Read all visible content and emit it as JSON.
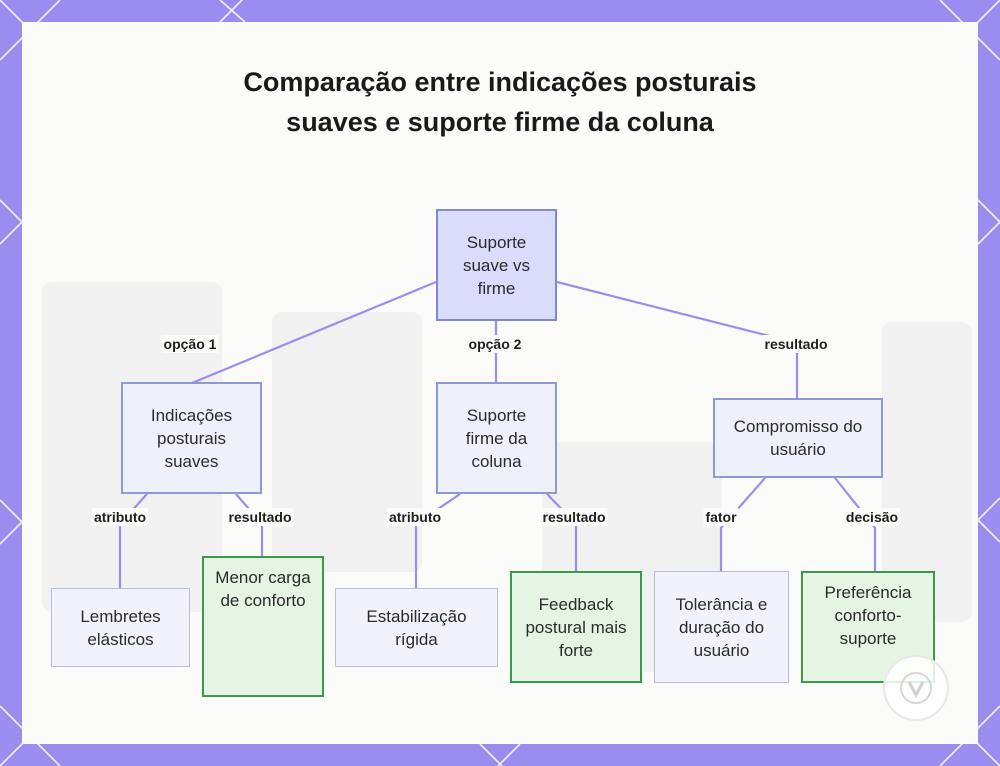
{
  "title": "Comparação entre indicações posturais suaves e suporte firme da coluna",
  "nodes": {
    "root": "Suporte suave vs firme",
    "soft_cues": "Indicações posturais suaves",
    "firm_support": "Suporte firme da coluna",
    "user_compromise": "Compromisso do usuário",
    "elastic_reminders": "Lembretes elásticos",
    "less_comfort": "Menor carga de conforto",
    "rigid_stabilization": "Estabilização rígida",
    "stronger_feedback": "Feedback postural mais forte",
    "tolerance_duration": "Tolerância e duração do usuário",
    "comfort_support_pref": "Preferência conforto-suporte"
  },
  "edges": {
    "option1": "opção 1",
    "option2": "opção 2",
    "result_root": "resultado",
    "attr_soft": "atributo",
    "result_soft": "resultado",
    "attr_firm": "atributo",
    "result_firm": "resultado",
    "factor": "fator",
    "decision": "decisão"
  },
  "colors": {
    "frame": "#9b8cf0",
    "edge": "#9b8cf0",
    "node_blue_border": "#8e9ad8",
    "node_green_border": "#3a9a4a",
    "node_green_fill": "#e6f4e4",
    "node_root_fill": "#d9dcfa"
  },
  "icons": [
    "brand-logo-icon"
  ]
}
